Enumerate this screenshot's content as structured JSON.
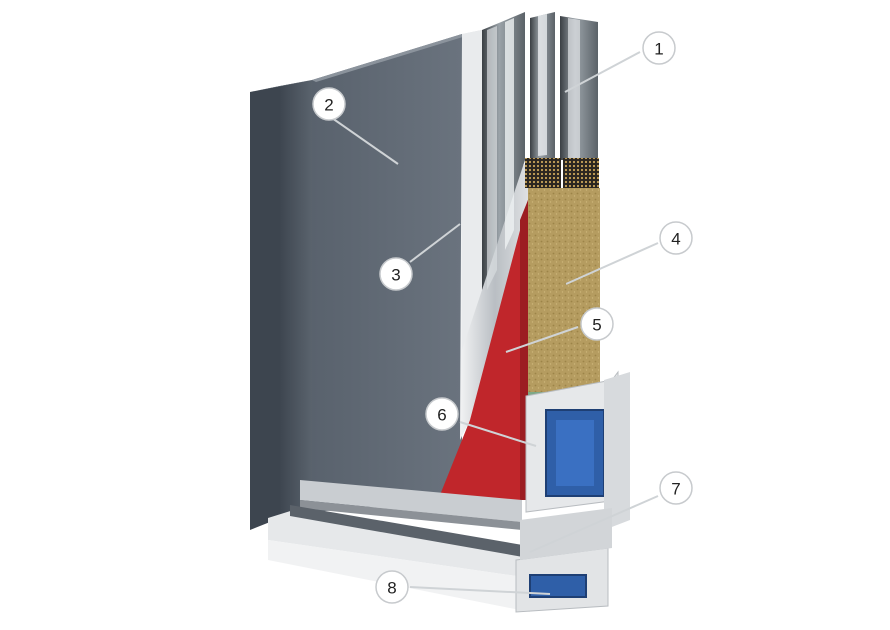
{
  "diagram": {
    "callouts": [
      {
        "label": "1"
      },
      {
        "label": "2"
      },
      {
        "label": "3"
      },
      {
        "label": "4"
      },
      {
        "label": "5"
      },
      {
        "label": "6"
      },
      {
        "label": "7"
      },
      {
        "label": "8"
      }
    ]
  },
  "colors": {
    "panel_gray": "#5f6873",
    "frame_dark": "#4a535d",
    "insulation": "#b39a5f",
    "red_core": "#c0262b",
    "blue_reinforcement": "#2f5fa8",
    "profile_white": "#e6e8ea",
    "steel": "#c9cdd1"
  }
}
